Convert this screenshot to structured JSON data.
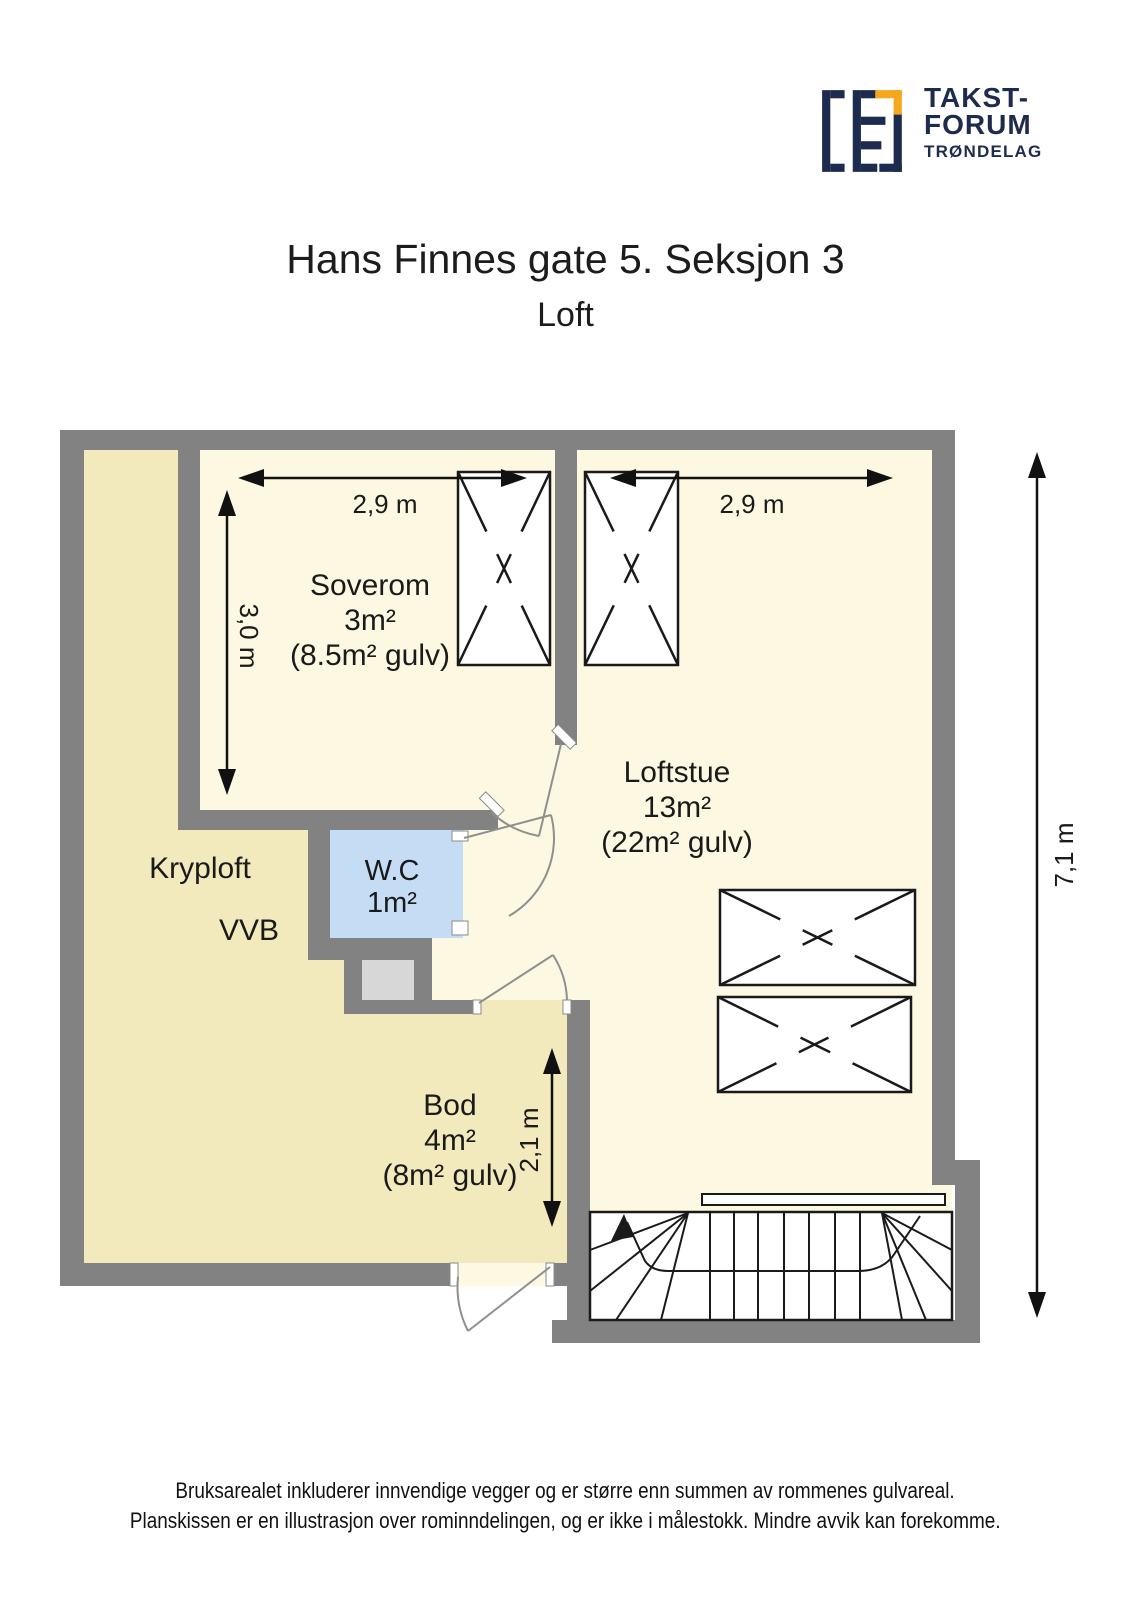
{
  "logo": {
    "line1": "TAKST-",
    "line2": "FORUM",
    "line3": "TRØNDELAG"
  },
  "header": {
    "title": "Hans Finnes gate 5. Seksjon 3",
    "subtitle": "Loft"
  },
  "rooms": {
    "soverom": {
      "name": "Soverom",
      "area": "3m²",
      "floor": "(8.5m² gulv)"
    },
    "loftstue": {
      "name": "Loftstue",
      "area": "13m²",
      "floor": "(22m² gulv)"
    },
    "wc": {
      "name": "W.C",
      "area": "1m²"
    },
    "kryploft": {
      "name": "Kryploft"
    },
    "vvb": {
      "name": "VVB"
    },
    "bod": {
      "name": "Bod",
      "area": "4m²",
      "floor": "(8m² gulv)"
    }
  },
  "dimensions": {
    "soverom_width": "2,9 m",
    "loftstue_width": "2,9 m",
    "soverom_depth": "3,0 m",
    "bod_depth": "2,1 m",
    "total_depth": "7,1 m"
  },
  "footer": {
    "line1": "Bruksarealet inkluderer innvendige vegger og er større enn summen av rommenes gulvareal.",
    "line2": "Planskissen er en illustrasjon over rominndelingen, og er ikke i målestokk. Mindre avvik kan forekomme."
  },
  "colors": {
    "wall": "#828282",
    "floor_main": "#fcf8e2",
    "floor_kryploft": "#f2e9bc",
    "floor_wc": "#c5ddf4",
    "vvb_unit": "#d7d7d7",
    "logo_navy": "#1d2b4f",
    "logo_orange": "#f4a71f"
  }
}
